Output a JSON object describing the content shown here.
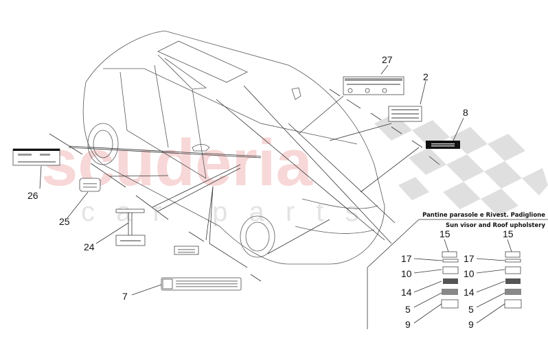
{
  "watermark": {
    "brand": "scuderia",
    "sub": "c a r   p a r t s"
  },
  "colors": {
    "watermark": "#f2b8b8",
    "flag": "#d8d8d8",
    "lines": "#333333"
  },
  "callouts": {
    "n27": "27",
    "n2": "2",
    "n8": "8",
    "n26": "26",
    "n25": "25",
    "n24": "24",
    "n7": "7"
  },
  "panel": {
    "title_it": "Pantine parasole e Rivest. Padiglione",
    "title_en": "Sun visor and Roof upholstery",
    "left": [
      "15",
      "17",
      "10",
      "14",
      "5",
      "9"
    ],
    "right": [
      "15",
      "17",
      "10",
      "14",
      "5",
      "9"
    ]
  }
}
